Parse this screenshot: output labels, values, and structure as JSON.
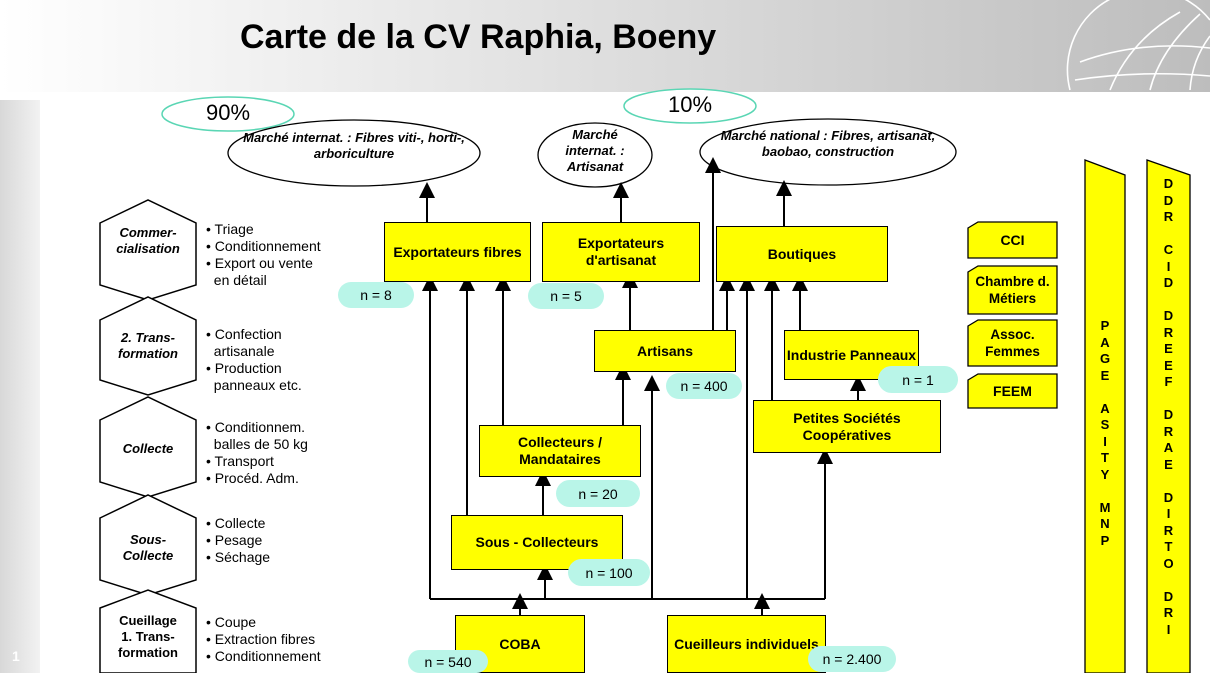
{
  "title": "Carte de la CV Raphia, Boeny",
  "slide_number": "1",
  "markets": {
    "intl_fibres": "Marché internat. : Fibres viti-, horti-, arboriculture",
    "intl_artisanat": "Marché internat. : Artisanat",
    "national": "Marché national : Fibres, artisanat, baobao, construction"
  },
  "percentages": {
    "p90": "90%",
    "p10": "10%"
  },
  "stages": [
    {
      "label": "Commer-cialisation",
      "bullets": [
        "• Triage",
        "• Conditionnement",
        "• Export ou vente",
        "  en détail"
      ]
    },
    {
      "label": "2. Trans-formation",
      "bullets": [
        "• Confection",
        "  artisanale",
        "• Production",
        "  panneaux etc."
      ]
    },
    {
      "label": "Collecte",
      "bullets": [
        "• Conditionnem.",
        "  balles de 50 kg",
        "• Transport",
        "• Procéd. Adm."
      ]
    },
    {
      "label": "Sous-Collecte",
      "bullets": [
        "• Collecte",
        "• Pesage",
        "• Séchage"
      ]
    },
    {
      "label": "Cueillage 1. Trans-formation",
      "bullets": [
        "• Coupe",
        "• Extraction fibres",
        "• Conditionnement"
      ]
    }
  ],
  "actors": {
    "exportateurs_fibres": "Exportateurs fibres",
    "exportateurs_artisanat": "Exportateurs d'artisanat",
    "boutiques": "Boutiques",
    "artisans": "Artisans",
    "industrie": "Industrie Panneaux",
    "petites_societes": "Petites Sociétés Coopératives",
    "collecteurs": "Collecteurs / Mandataires",
    "sous_collecteurs": "Sous - Collecteurs",
    "coba": "COBA",
    "cueilleurs": "Cueilleurs individuels"
  },
  "counts": {
    "exportateurs_fibres": "n = 8",
    "exportateurs_artisanat": "n = 5",
    "artisans": "n = 400",
    "industrie": "n = 1",
    "collecteurs": "n = 20",
    "sous_collecteurs": "n = 100",
    "coba": "n = 540",
    "cueilleurs": "n = 2.400"
  },
  "institutions": [
    "CCI",
    "Chambre d. Métiers",
    "Assoc. Femmes",
    "FEEM"
  ],
  "vertical_bars": {
    "left": "P\nA\nG\nE\n \nA\nS\nI\nT\nY\n \nM\nN\nP",
    "right": "D\nD\nR\n \nC\nI\nD\n \nD\nR\nE\nE\nF\n \nD\nR\nA\nE\n \nD\nI\nR\nT\nO\n \nD\nR\nI"
  },
  "colors": {
    "box": "#ffff00",
    "count_pill": "#b9f5e8",
    "ellipse_stroke": "#5ad6b4"
  }
}
